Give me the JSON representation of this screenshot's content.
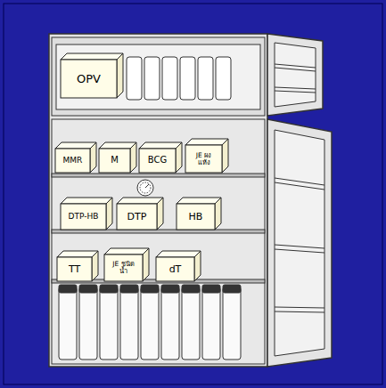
{
  "diagram": {
    "nodes": [
      {
        "text": [
          "OPV"
        ]
      },
      {
        "text": [
          "MMR"
        ]
      },
      {
        "text": [
          "M"
        ]
      },
      {
        "text": [
          "BCG"
        ]
      },
      {
        "text": [
          "JE ผงแห้ง"
        ]
      },
      {
        "text": [
          "DTP-HB"
        ]
      },
      {
        "text": [
          "DTP"
        ]
      },
      {
        "text": [
          "HB"
        ]
      },
      {
        "text": [
          "TT"
        ]
      },
      {
        "text": [
          "JE ชนิดน้ำ"
        ]
      },
      {
        "text": [
          "dT"
        ]
      }
    ]
  }
}
